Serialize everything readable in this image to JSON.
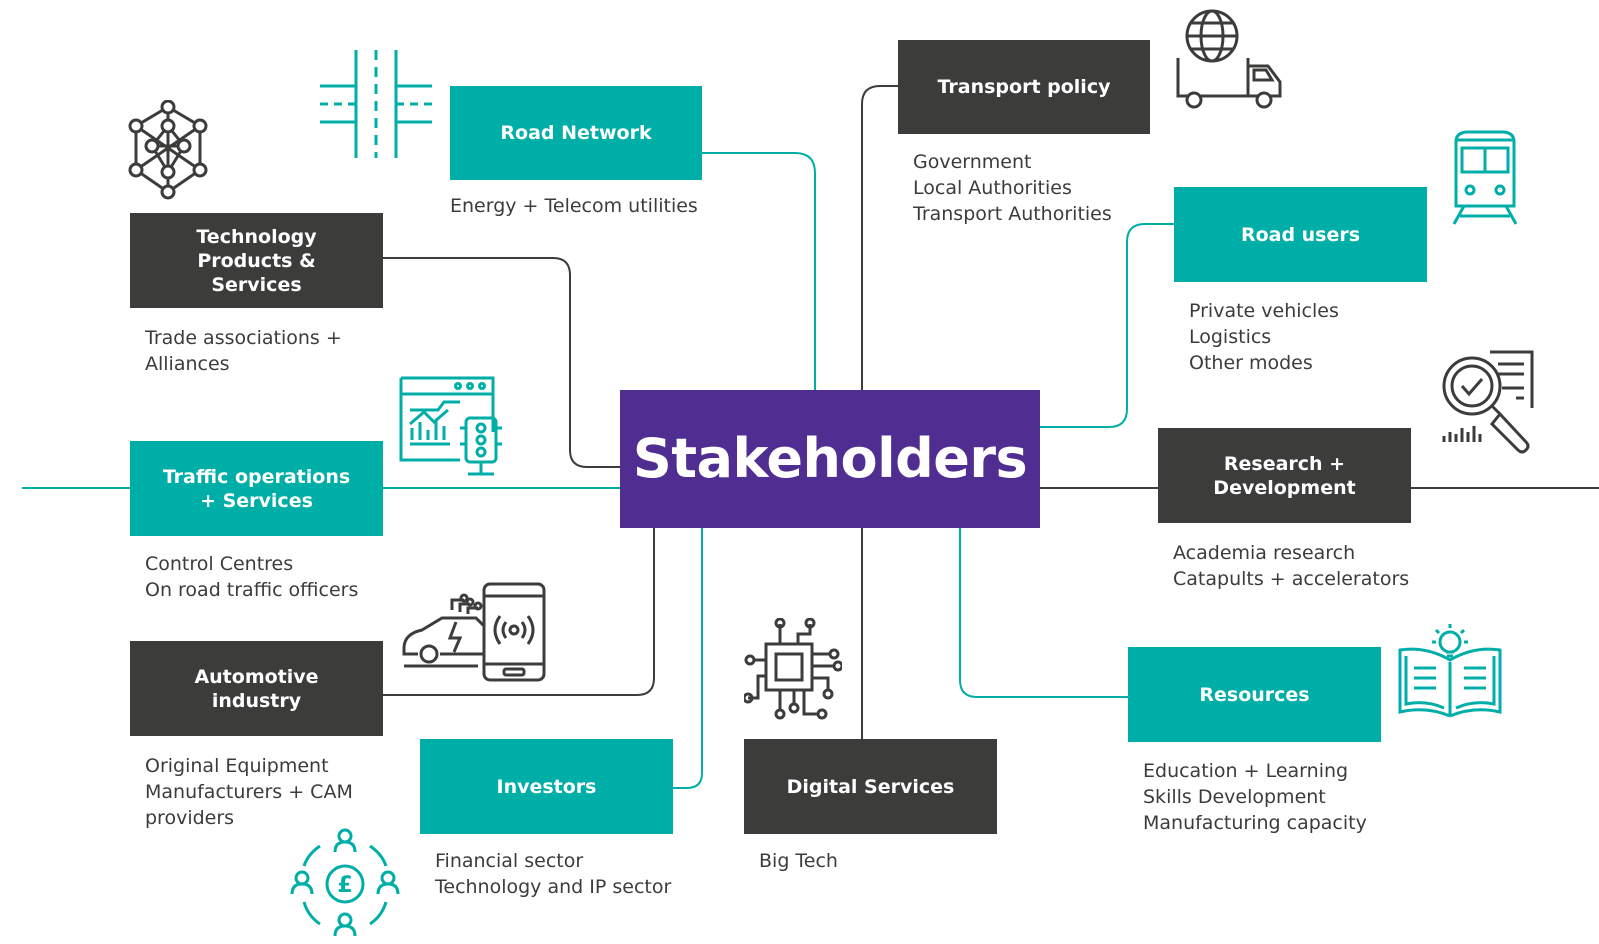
{
  "center": {
    "label": "Stakeholders"
  },
  "nodes": {
    "road_network": {
      "label": "Road Network",
      "desc": [
        "Energy + Telecom utilities"
      ]
    },
    "transport_policy": {
      "label": "Transport policy",
      "desc": [
        "Government",
        "Local Authorities",
        "Transport Authorities"
      ]
    },
    "technology": {
      "label": "Technology\nProducts &\nServices",
      "desc": [
        "Trade associations +",
        "Alliances"
      ]
    },
    "road_users": {
      "label": "Road users",
      "desc": [
        "Private vehicles",
        "Logistics",
        "Other modes"
      ]
    },
    "traffic_ops": {
      "label": "Traffic operations\n+ Services",
      "desc": [
        "Control Centres",
        "On road traffic officers"
      ]
    },
    "research": {
      "label": "Research +\nDevelopment",
      "desc": [
        "Academia research",
        "Catapults + accelerators"
      ]
    },
    "automotive": {
      "label": "Automotive\nindustry",
      "desc": [
        "Original Equipment",
        "Manufacturers + CAM",
        "providers"
      ]
    },
    "investors": {
      "label": "Investors",
      "desc": [
        "Financial sector",
        "Technology and IP sector"
      ]
    },
    "digital": {
      "label": "Digital Services",
      "desc": [
        "Big Tech"
      ]
    },
    "resources": {
      "label": "Resources",
      "desc": [
        "Education + Learning",
        "Skills Development",
        "Manufacturing capacity"
      ]
    }
  },
  "icons": {
    "road": "road-intersection-icon",
    "network": "network-nodes-icon",
    "truck": "delivery-truck-globe-icon",
    "train": "train-icon",
    "dashboard": "traffic-dashboard-icon",
    "magnifier": "research-magnifier-icon",
    "car": "connected-car-phone-icon",
    "chip": "microchip-icon",
    "book": "book-lightbulb-icon",
    "investors": "investors-pound-icon"
  },
  "colors": {
    "teal": "#00aea8",
    "dark": "#3c3c3b",
    "purple": "#4f2d91"
  }
}
